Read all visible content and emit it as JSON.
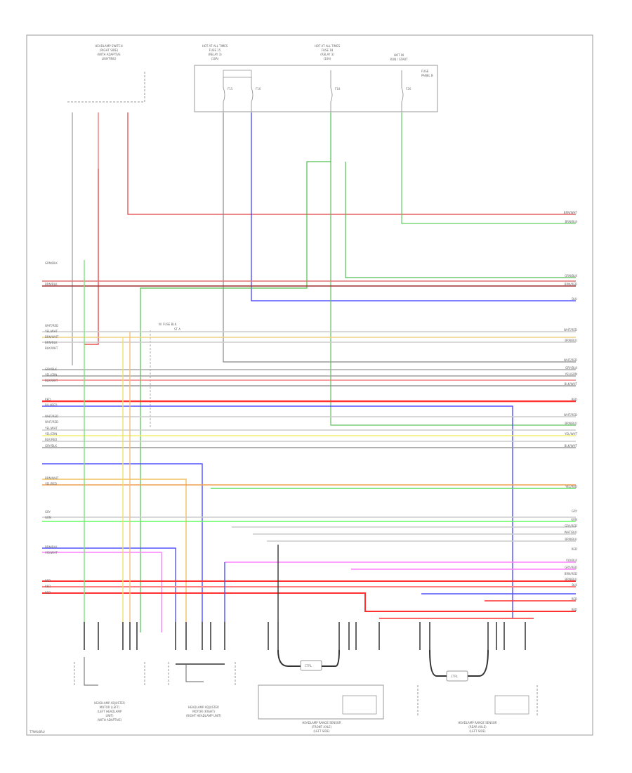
{
  "diagram": {
    "footer_code": "T7N9U8RU",
    "top_components": [
      {
        "id": "C1",
        "lines": [
          "HEADLAMP SWITCH",
          "(RIGHT SIDE)",
          "(WITH ADAPTIVE",
          "LIGHTING)"
        ]
      },
      {
        "id": "C2",
        "lines": [
          "HOT AT ALL TIMES",
          "FUSE 15",
          "(RELAY 3)",
          "(10A)"
        ]
      },
      {
        "id": "C3",
        "lines": [
          "HOT AT ALL TIMES",
          "FUSE 18",
          "(RELAY 3)",
          "(10A)"
        ]
      },
      {
        "id": "C4",
        "lines": [
          "HOT IN",
          "RUN / START"
        ]
      }
    ],
    "fuse_box_label": [
      "FUSE",
      "PANEL B"
    ],
    "center_note": [
      "W. FUSE BLK.",
      "ST A"
    ],
    "left_wire_labels": [
      "GRN/BLK",
      "BRN/BLK",
      "WHT/RED",
      "YEL/WHT",
      "BRN/WHT",
      "BRN/BLK",
      "BLK/WHT",
      "GRY/BLK",
      "YEL/GRN",
      "BLK/WHT",
      "RED",
      "BLU/RED",
      "WHT/RED",
      "WHT/RED",
      "YEL/WHT",
      "YEL/GRN",
      "BLK/RED",
      "GRY/BLK",
      "BRN/WHT",
      "YEL/RED",
      "GRY",
      "GRN",
      "BRN/BLK",
      "VIO/WHT",
      "RED",
      "RED",
      "RED"
    ],
    "right_wire_labels": [
      "BRN/WHT",
      "BRN/BLK",
      "GRN/BLK",
      "BRN/RED",
      "BLU",
      "WHT/RED",
      "BRN/BLU",
      "WHT/RED",
      "GRY/BLK",
      "YEL/GRN",
      "BLK/WHT",
      "RED",
      "WHT/RED",
      "BRN/BLU",
      "YEL/WHT",
      "BLK/WHT",
      "YEL/RED",
      "GRY",
      "GRN",
      "GRY/RED",
      "WHT/BLU",
      "BRN/BLU",
      "RED",
      "VIO/BLK",
      "GRY/RED",
      "BRN/RED",
      "BRN/BLU",
      "BLK",
      "RED",
      "RED"
    ],
    "bottom_components": [
      {
        "id": "B1",
        "lines": [
          "HEADLAMP ADJUSTER",
          "MOTOR (LEFT)",
          "(LEFT HEADLAMP",
          "UNIT)",
          "(WITH ADAPTIVE)"
        ]
      },
      {
        "id": "B2",
        "lines": [
          "HEADLAMP ADJUSTER",
          "MOTOR (RIGHT)",
          "(RIGHT HEADLAMP UNIT)"
        ]
      },
      {
        "id": "B3",
        "lines": [
          "HEADLAMP RANGE SENSOR",
          "(FRONT AXLE)",
          "(LEFT SIDE)"
        ]
      },
      {
        "id": "B4",
        "lines": [
          "HEADLAMP RANGE SENSOR",
          "(REAR AXLE)",
          "(LEFT SIDE)"
        ]
      }
    ],
    "module_labels": [
      "CTRL",
      "CTRL"
    ]
  }
}
